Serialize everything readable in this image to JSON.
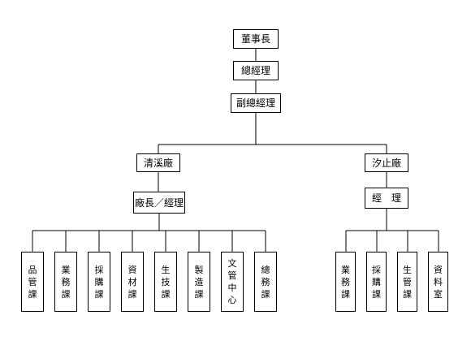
{
  "org_chart": {
    "chairman": "董事長",
    "general_manager": "總經理",
    "vice_general_manager": "副總經理",
    "plants": [
      {
        "name": "清溪廠",
        "manager": "廠長／經理",
        "departments": [
          "品管課",
          "業務課",
          "採購課",
          "資材課",
          "生技課",
          "製造課",
          "文管中心",
          "總務課"
        ]
      },
      {
        "name": "汐止廠",
        "manager": "經　理",
        "departments": [
          "業務課",
          "採購課",
          "生管課",
          "資料室"
        ]
      }
    ]
  }
}
